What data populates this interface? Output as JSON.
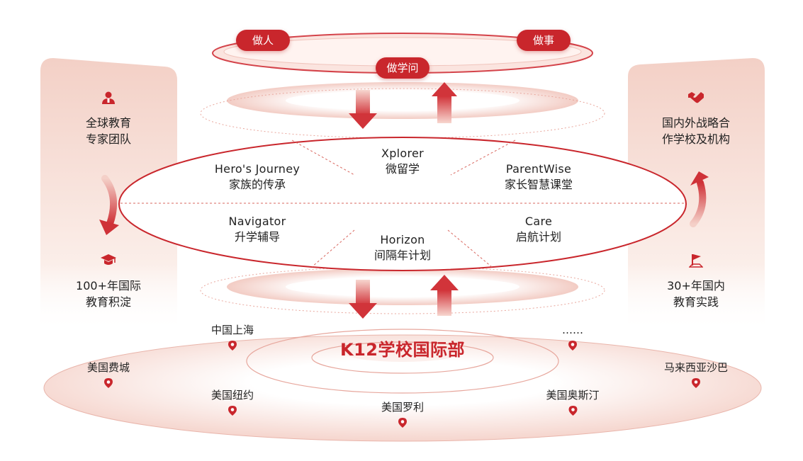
{
  "top": {
    "left_pill": "做人",
    "right_pill": "做事",
    "center_pill": "做学问"
  },
  "programs": {
    "xplorer": {
      "en": "Xplorer",
      "zh": "微留学"
    },
    "heros_journey": {
      "en": "Hero's Journey",
      "zh": "家族的传承"
    },
    "parentwise": {
      "en": "ParentWise",
      "zh": "家长智慧课堂"
    },
    "navigator": {
      "en": "Navigator",
      "zh": "升学辅导"
    },
    "care": {
      "en": "Care",
      "zh": "启航计划"
    },
    "horizon": {
      "en": "Horizon",
      "zh": "间隔年计划"
    }
  },
  "left_panel": {
    "top_text": "全球教育\n专家团队",
    "top_icon": "expert-person-icon",
    "bottom_text": "100+年国际\n教育积淀",
    "bottom_icon": "graduation-cap-icon"
  },
  "right_panel": {
    "top_text": "国内外战略合\n作学校及机构",
    "top_icon": "handshake-icon",
    "bottom_text": "30+年国内\n教育实践",
    "bottom_icon": "flag-icon"
  },
  "base": {
    "center_label": "K12学校国际部",
    "locations": [
      "中国上海",
      "……",
      "美国费城",
      "马来西亚沙巴",
      "美国纽约",
      "美国奥斯汀",
      "美国罗利"
    ]
  },
  "colors": {
    "accent": "#c9262c",
    "panel": "#f6dcd4",
    "ring": "#f3cfc8"
  }
}
